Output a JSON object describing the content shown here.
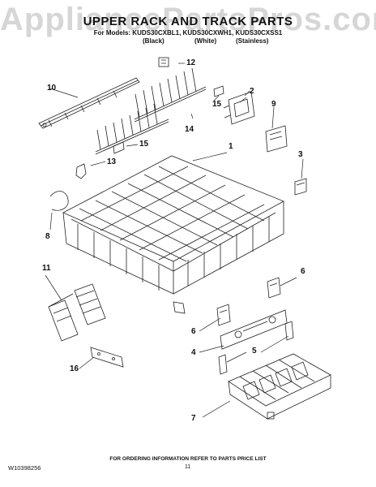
{
  "watermark": "AppliancePartsPros.com",
  "header": {
    "title": "UPPER RACK AND TRACK PARTS",
    "models": "For Models: KUDS30CXBL1, KUDS30CXWH1, KUDS30CXSS1",
    "variants": [
      "(Black)",
      "(White)",
      "(Stainless)"
    ]
  },
  "callouts": [
    "12",
    "2",
    "10",
    "15",
    "9",
    "14",
    "15",
    "1",
    "13",
    "3",
    "8",
    "11",
    "6",
    "6",
    "4",
    "5",
    "16",
    "7"
  ],
  "footer": {
    "ordering_note": "FOR ORDERING INFORMATION REFER TO PARTS PRICE LIST",
    "page_number": "11",
    "document_number": "W10398256"
  }
}
